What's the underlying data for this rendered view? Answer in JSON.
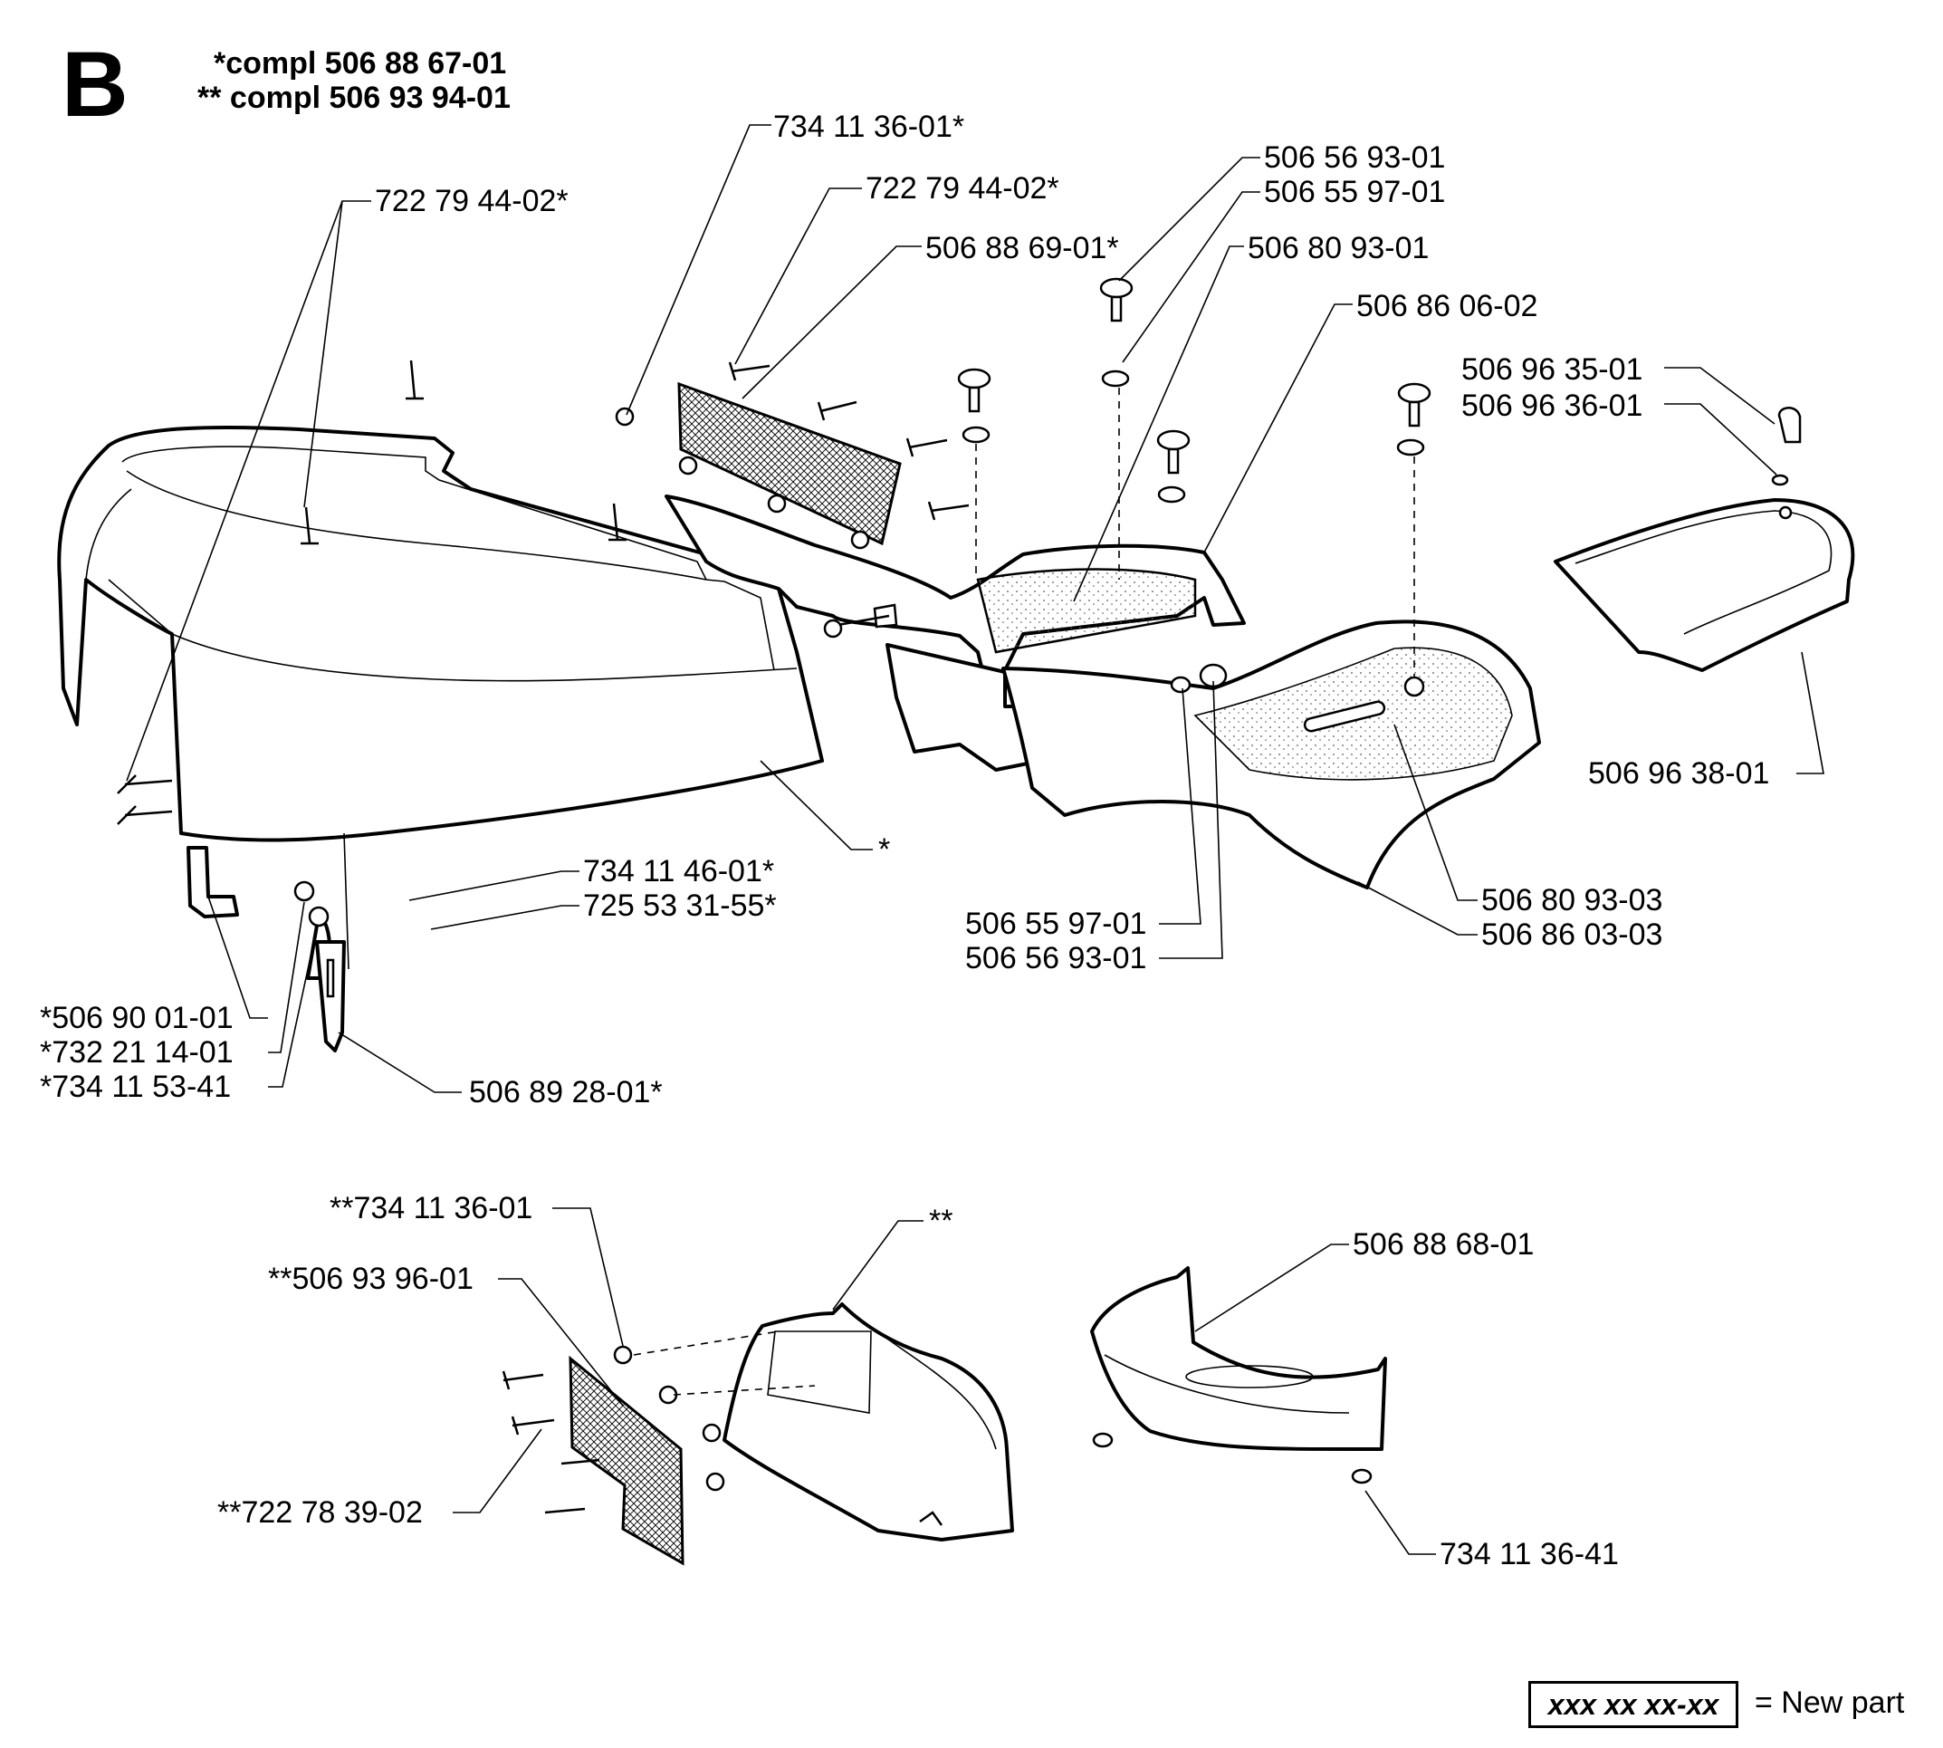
{
  "header": {
    "section_letter": "B",
    "assembly_1": "*compl 506 88 67-01",
    "assembly_2": "** compl 506 93 94-01"
  },
  "callouts": {
    "c01": "734 11 36-01*",
    "c02": "722 79 44-02*",
    "c03": "722 79 44-02*",
    "c04": "506 88 69-01*",
    "c05": "506 56 93-01",
    "c06": "506 55 97-01",
    "c07": "506 80 93-01",
    "c08": "506 86 06-02",
    "c09": "506 96 35-01",
    "c10": "506 96 36-01",
    "c11": "506 96 38-01",
    "c12": "*",
    "c13": "734 11 46-01*",
    "c14": "725 53 31-55*",
    "c15": "506 80 93-03",
    "c16": "506 86 03-03",
    "c17": "506 55 97-01",
    "c18": "506 56 93-01",
    "c19": "*506 90 01-01",
    "c20": "*732 21 14-01",
    "c21": "*734 11 53-41",
    "c22": "506 89 28-01*",
    "c23": "**734 11 36-01",
    "c24": "**",
    "c25": "**506 93 96-01",
    "c26": "506 88 68-01",
    "c27": "**722 78 39-02",
    "c28": "734 11 36-41"
  },
  "legend": {
    "sample": "xxx xx xx-xx",
    "text": "= New part"
  }
}
